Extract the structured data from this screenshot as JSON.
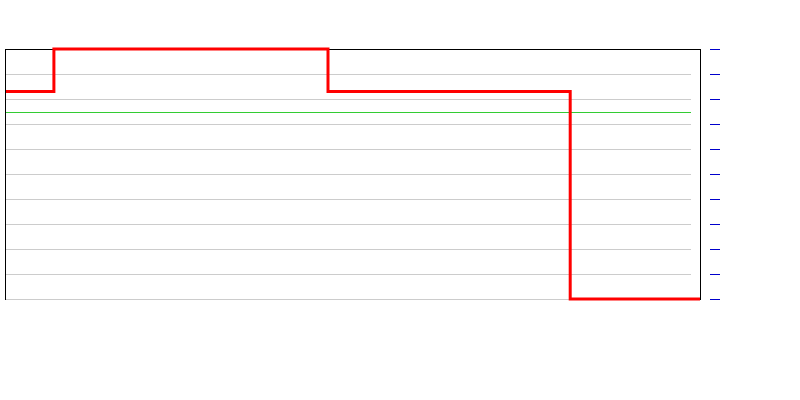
{
  "chart_data": {
    "type": "line",
    "step": true,
    "title": "",
    "xlabel": "",
    "ylabel": "",
    "grid": true,
    "x_domain": [
      0,
      1
    ],
    "ylim": [
      0,
      10
    ],
    "y_ticks": [
      0,
      1,
      2,
      3,
      4,
      5,
      6,
      7,
      8,
      9,
      10
    ],
    "reference_line": {
      "y": 7.5,
      "color": "#33cc33"
    },
    "series": [
      {
        "color": "#ff0000",
        "x": [
          0,
          0.069,
          0.069,
          0.464,
          0.464,
          0.813,
          0.813,
          1.0
        ],
        "y": [
          8.3,
          8.3,
          10,
          10,
          8.3,
          8.3,
          0,
          0
        ]
      }
    ],
    "colors": {
      "grid": "#cccccc",
      "axis": "#000000",
      "tick_marks": "#0000cc"
    }
  }
}
